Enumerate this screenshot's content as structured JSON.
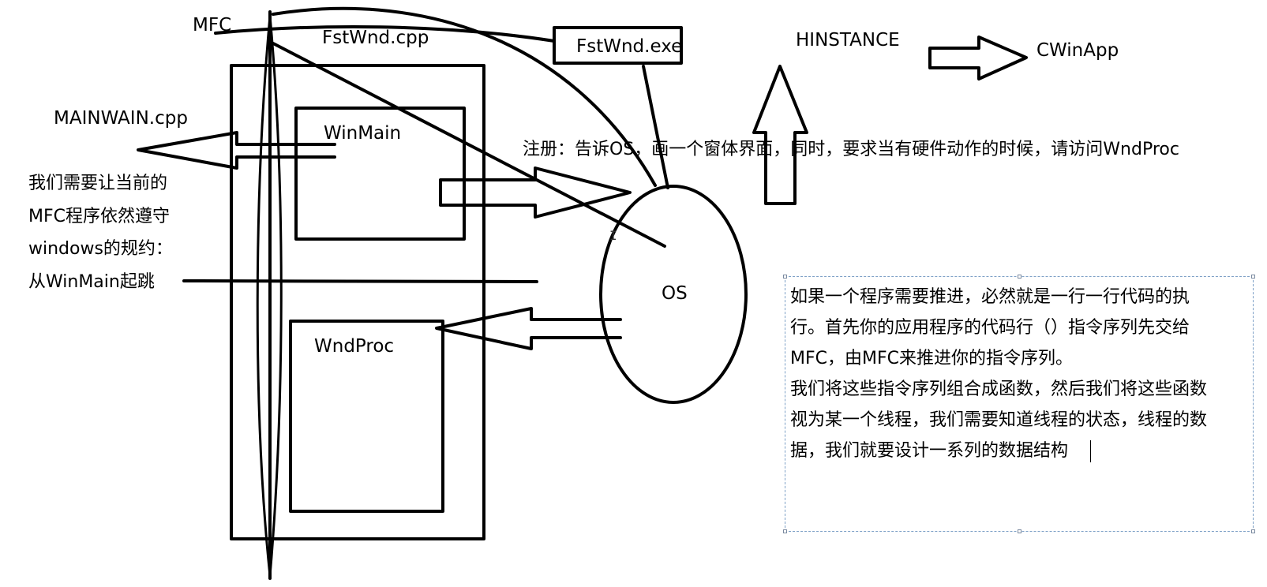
{
  "labels": {
    "mfc": "MFC",
    "fstwnd_cpp": "FstWnd.cpp",
    "fstwnd_exe": "FstWnd.exe",
    "hinstance": "HINSTANCE",
    "cwinapp": "CWinApp",
    "mainwain_cpp": "MAINWAIN.cpp",
    "winmain": "WinMain",
    "wndproc": "WndProc",
    "os": "OS"
  },
  "register_note": "注册：告诉OS，画一个窗体界面，同时，要求当有硬件动作的时候，请访问WndProc",
  "left_note": [
    "我们需要让当前的",
    "MFC程序依然遵守",
    "windows的规约：",
    "从WinMain起跳"
  ],
  "textbox": {
    "lines": [
      "如果一个程序需要推进，必然就是一行一行代码的执",
      "行。首先你的应用程序的代码行（）指令序列先交给",
      "MFC，由MFC来推进你的指令序列。",
      "我们将这些指令序列组合成函数，然后我们将这些函数",
      "视为某一个线程，我们需要知道线程的状态，线程的数",
      "据，我们就要设计一系列的数据结构"
    ]
  }
}
